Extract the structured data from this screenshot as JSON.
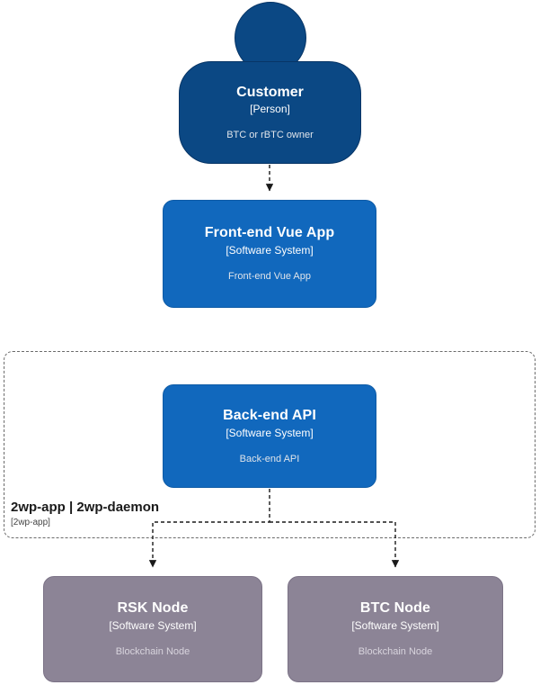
{
  "diagram": {
    "type": "c4-context-diagram",
    "palette": {
      "person_fill": "#0B4884",
      "system_fill": "#1168BD",
      "external_system_fill": "#8C8496",
      "boundary_stroke": "#6B6B6B",
      "connector_stroke": "#1a1a1a",
      "background": "#ffffff"
    },
    "nodes": [
      {
        "id": "customer",
        "shape": "person",
        "title": "Customer",
        "tech": "[Person]",
        "description": "BTC or rBTC owner"
      },
      {
        "id": "frontend-vue-app",
        "shape": "system",
        "title": "Front-end Vue App",
        "tech": "[Software System]",
        "description": "Front-end Vue App"
      },
      {
        "id": "backend-api",
        "shape": "system",
        "title": "Back-end API",
        "tech": "[Software System]",
        "description": "Back-end API"
      },
      {
        "id": "rsk-node",
        "shape": "system",
        "title": "RSK Node",
        "tech": "[Software System]",
        "description": "Blockchain Node"
      },
      {
        "id": "btc-node",
        "shape": "system",
        "title": "BTC Node",
        "tech": "[Software System]",
        "description": "Blockchain Node"
      }
    ],
    "boundary": {
      "id": "2wp-app-boundary",
      "title": "2wp-app | 2wp-daemon",
      "tech": "[2wp-app]",
      "style": "dashed"
    },
    "connectors": [
      {
        "from": "customer",
        "to": "frontend-vue-app",
        "style": "dashed",
        "arrow": "end",
        "label": ""
      },
      {
        "from": "backend-api",
        "to": "rsk-node",
        "style": "dashed",
        "arrow": "end",
        "label": ""
      },
      {
        "from": "backend-api",
        "to": "btc-node",
        "style": "dashed",
        "arrow": "end",
        "label": ""
      }
    ]
  }
}
